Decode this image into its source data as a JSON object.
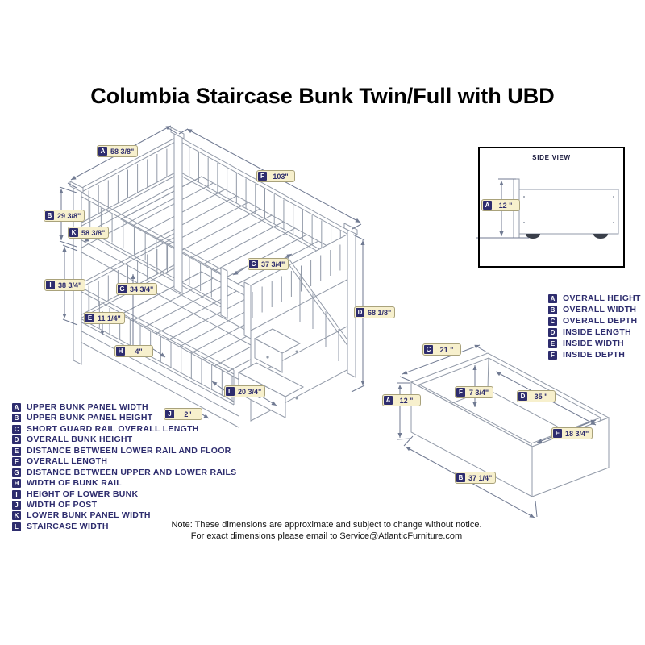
{
  "title": "Columbia Staircase Bunk Twin/Full with UBD",
  "colors": {
    "accent_navy": "#2e2d6e",
    "label_fill": "#f7f0cd",
    "label_border": "#a9a27b",
    "drawing_line": "#929aa8",
    "dimension_line": "#707a92"
  },
  "main_diagram": {
    "dims": [
      {
        "key": "A",
        "value": "58 3/8\""
      },
      {
        "key": "F",
        "value": "103\""
      },
      {
        "key": "B",
        "value": "29 3/8\""
      },
      {
        "key": "K",
        "value": "58 3/8\""
      },
      {
        "key": "I",
        "value": "38 3/4\""
      },
      {
        "key": "G",
        "value": "34 3/4\""
      },
      {
        "key": "C",
        "value": "37 3/4\""
      },
      {
        "key": "E",
        "value": "11 1/4\""
      },
      {
        "key": "H",
        "value": "4\""
      },
      {
        "key": "D",
        "value": "68 1/8\""
      },
      {
        "key": "L",
        "value": "20 3/4\""
      },
      {
        "key": "J",
        "value": "2\""
      }
    ]
  },
  "side_view": {
    "title": "SIDE VIEW",
    "dim": {
      "key": "A",
      "value": "12 \""
    }
  },
  "drawer_diagram": {
    "dims": [
      {
        "key": "C",
        "value": "21 \""
      },
      {
        "key": "A",
        "value": "12 \""
      },
      {
        "key": "F",
        "value": "7 3/4\""
      },
      {
        "key": "D",
        "value": "35 \""
      },
      {
        "key": "E",
        "value": "18 3/4\""
      },
      {
        "key": "B",
        "value": "37 1/4\""
      }
    ]
  },
  "bunk_legend": [
    {
      "key": "A",
      "label": "UPPER BUNK PANEL WIDTH"
    },
    {
      "key": "B",
      "label": "UPPER BUNK PANEL HEIGHT"
    },
    {
      "key": "C",
      "label": "SHORT GUARD RAIL OVERALL LENGTH"
    },
    {
      "key": "D",
      "label": "OVERALL BUNK HEIGHT"
    },
    {
      "key": "E",
      "label": "DISTANCE BETWEEN LOWER RAIL AND FLOOR"
    },
    {
      "key": "F",
      "label": "OVERALL LENGTH"
    },
    {
      "key": "G",
      "label": "DISTANCE BETWEEN UPPER AND LOWER RAILS"
    },
    {
      "key": "H",
      "label": "WIDTH OF BUNK RAIL"
    },
    {
      "key": "I",
      "label": "HEIGHT OF LOWER BUNK"
    },
    {
      "key": "J",
      "label": "WIDTH OF POST"
    },
    {
      "key": "K",
      "label": "LOWER BUNK PANEL WIDTH"
    },
    {
      "key": "L",
      "label": "STAIRCASE WIDTH"
    }
  ],
  "drawer_legend": [
    {
      "key": "A",
      "label": "OVERALL HEIGHT"
    },
    {
      "key": "B",
      "label": "OVERALL WIDTH"
    },
    {
      "key": "C",
      "label": "OVERALL DEPTH"
    },
    {
      "key": "D",
      "label": "INSIDE LENGTH"
    },
    {
      "key": "E",
      "label": "INSIDE WIDTH"
    },
    {
      "key": "F",
      "label": "INSIDE DEPTH"
    }
  ],
  "note": {
    "line1": "Note:  These dimensions are approximate and subject to change without notice.",
    "line2": "For exact dimensions please email to Service@AtlanticFurniture.com"
  }
}
